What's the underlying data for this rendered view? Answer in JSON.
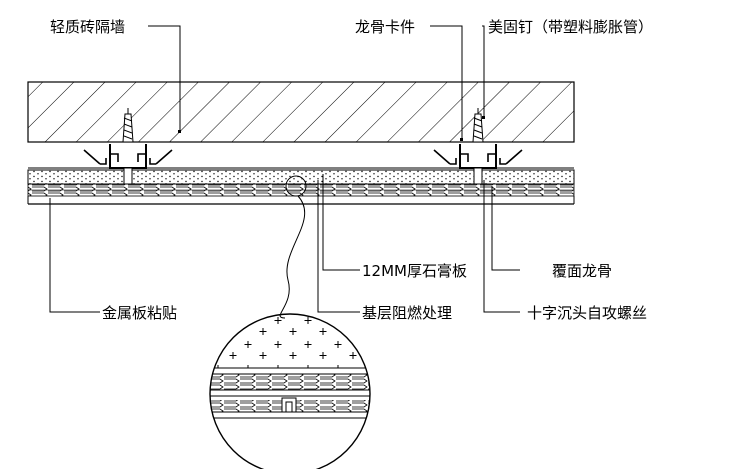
{
  "labels": {
    "brick_wall": "轻质砖隔墙",
    "keel_clip": "龙骨卡件",
    "expansion_nail": "美固钉（带塑料膨胀管）",
    "gypsum_board": "12MM厚石膏板",
    "cover_keel": "覆面龙骨",
    "metal_panel": "金属板粘贴",
    "fire_retardant": "基层阻燃处理",
    "cross_screw": "十字沉头自攻螺丝"
  }
}
